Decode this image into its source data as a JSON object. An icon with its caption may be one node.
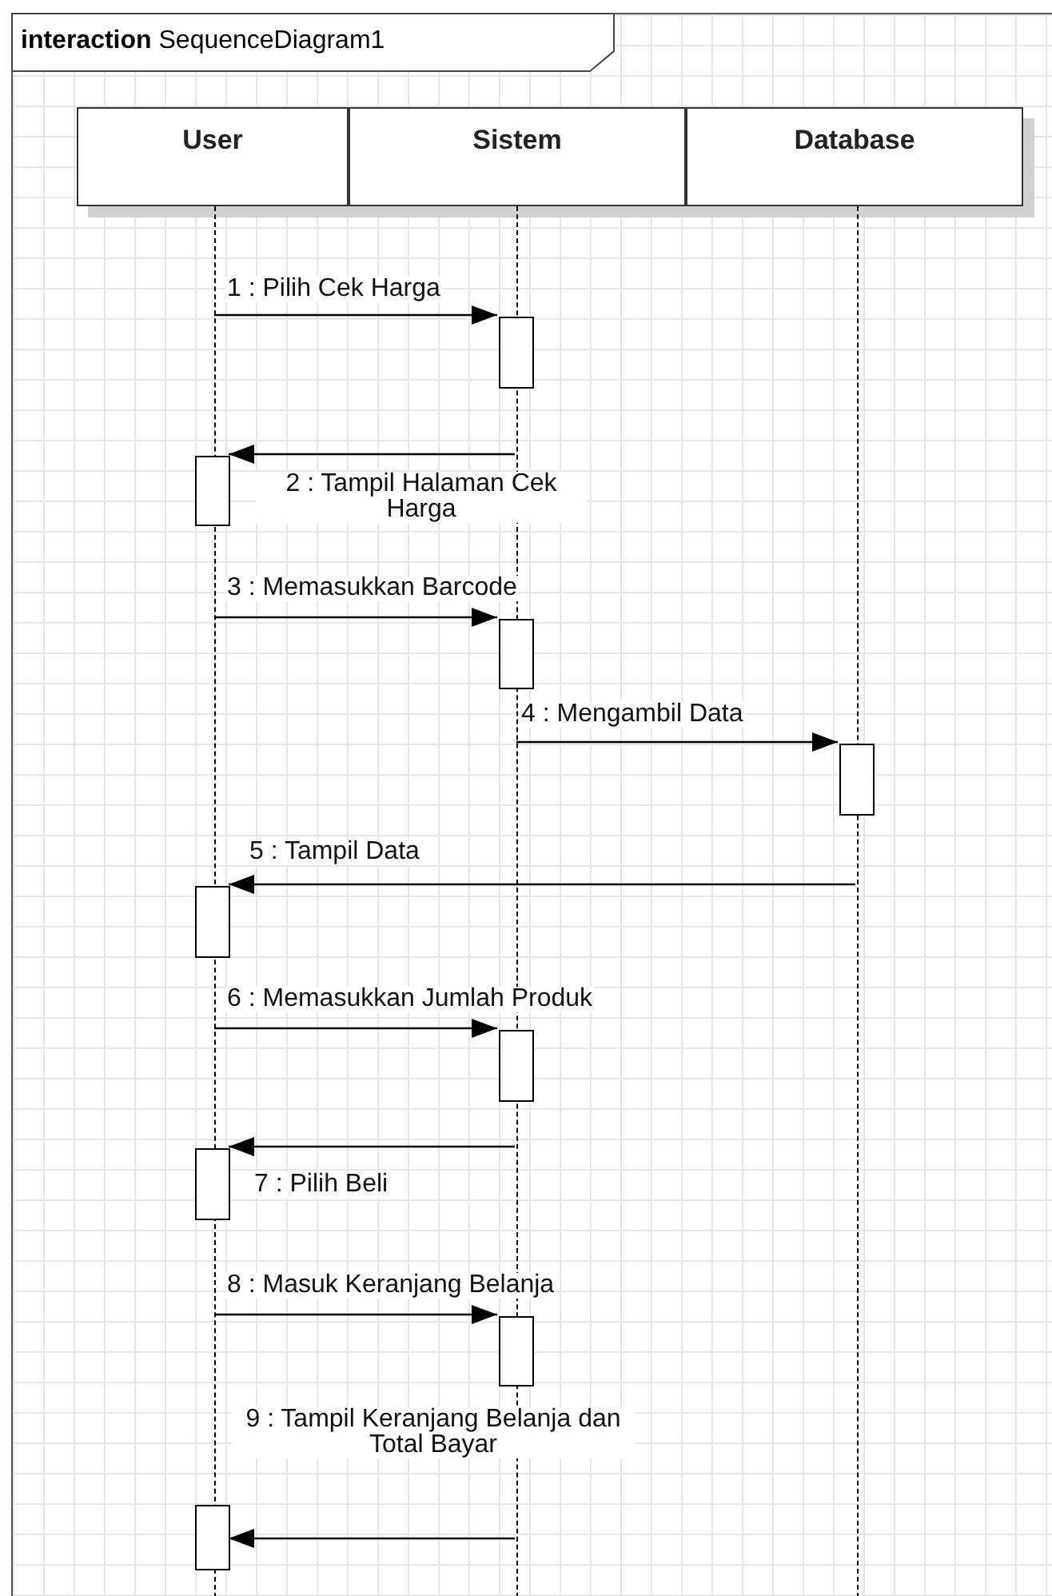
{
  "diagram": {
    "nodes": [
      {
        "text": [
          "**interaction** SequenceDiagram1"
        ]
      },
      {
        "text": [
          "User"
        ],
        "in": 0
      },
      {
        "text": [
          "Sistem"
        ],
        "in": 0
      },
      {
        "text": [
          "Database"
        ],
        "in": 0
      },
      {
        "text": [],
        "shape": "line",
        "in": 0
      },
      {
        "text": [],
        "shape": "line",
        "in": 0
      },
      {
        "text": [],
        "shape": "line",
        "in": 0
      },
      {
        "text": [],
        "shape": "bar",
        "in": 0
      },
      {
        "text": [],
        "shape": "bar",
        "in": 0
      },
      {
        "text": [],
        "shape": "bar",
        "in": 0
      },
      {
        "text": [],
        "shape": "bar",
        "in": 0
      },
      {
        "text": [],
        "shape": "bar",
        "in": 0
      },
      {
        "text": [],
        "shape": "bar",
        "in": 0
      },
      {
        "text": [],
        "shape": "bar",
        "in": 0
      },
      {
        "text": [],
        "shape": "bar",
        "in": 0
      },
      {
        "text": [],
        "shape": "bar",
        "in": 0
      }
    ],
    "edges": [
      {
        "from": 4,
        "to": 7,
        "arrow": "to",
        "label": "1 : Pilih Cek Harga"
      },
      {
        "from": 5,
        "to": 8,
        "arrow": "to",
        "label": "2 : Tampil Halaman Cek Harga"
      },
      {
        "from": 4,
        "to": 9,
        "arrow": "to",
        "label": "3 : Memasukkan Barcode"
      },
      {
        "from": 5,
        "to": 10,
        "arrow": "to",
        "label": "4 : Mengambil Data"
      },
      {
        "from": 6,
        "to": 11,
        "arrow": "to",
        "label": "5 : Tampil Data"
      },
      {
        "from": 4,
        "to": 12,
        "arrow": "to",
        "label": "6 : Memasukkan Jumlah Produk"
      },
      {
        "from": 5,
        "to": 13,
        "arrow": "to",
        "label": "7 : Pilih Beli"
      },
      {
        "from": 4,
        "to": 14,
        "arrow": "to",
        "label": "8 : Masuk Keranjang Belanja"
      },
      {
        "from": 5,
        "to": 15,
        "arrow": "to",
        "label": "9 : Tampil Keranjang Belanja dan Total Bayar"
      }
    ]
  }
}
